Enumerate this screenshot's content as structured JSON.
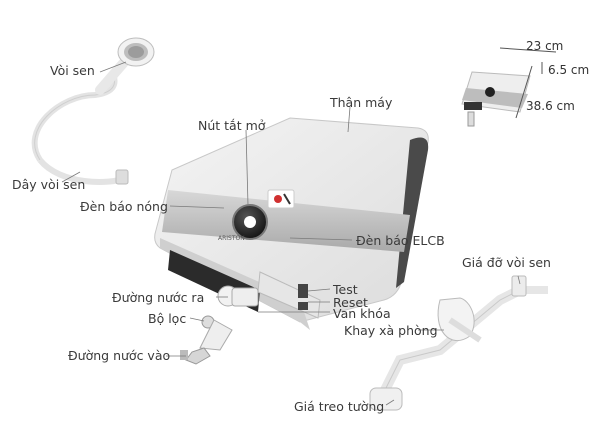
{
  "labels": {
    "shower_head": "Vòi sen",
    "shower_hose": "Dây vòi sen",
    "power_button": "Nút tắt mở",
    "body": "Thân máy",
    "heat_indicator": "Đèn báo nóng",
    "elcb_indicator": "Đèn báo ELCB",
    "outlet": "Đường nước ra",
    "test": "Test",
    "reset": "Reset",
    "lock_valve": "Van khóa",
    "filter": "Bộ lọc",
    "soap_tray": "Khay xà phòng",
    "inlet": "Đường nước vào",
    "shower_holder": "Giá đỡ vòi sen",
    "wall_bracket": "Giá treo tường"
  },
  "dimensions": {
    "width": "23 cm",
    "depth": "6.5 cm",
    "height": "38.6 cm"
  },
  "brand_text": "ARISTON"
}
